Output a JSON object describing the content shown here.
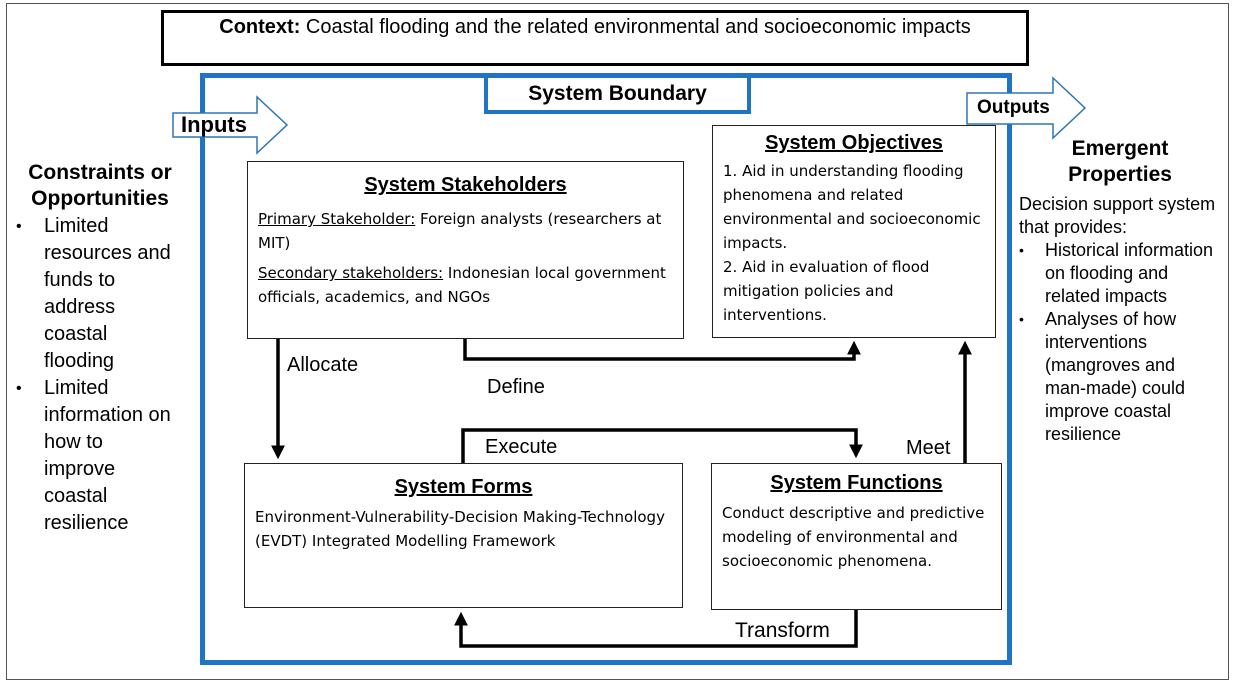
{
  "context": {
    "bold": "Context:",
    "text": " Coastal flooding and the related environmental and socioeconomic impacts"
  },
  "system_boundary": "System Boundary",
  "inputs_label": "Inputs",
  "outputs_label": "Outputs",
  "constraints": {
    "title": "Constraints or Opportunities",
    "items": [
      "Limited resources and funds to address coastal flooding",
      "Limited information on how to improve coastal resilience"
    ]
  },
  "emergent": {
    "title": "Emergent Properties",
    "intro": "Decision support system that provides:",
    "items": [
      "Historical information on flooding and related impacts",
      "Analyses of how interventions (mangroves and man-made) could improve coastal resilience"
    ]
  },
  "stakeholders": {
    "title": "System Stakeholders",
    "primary_label": "Primary Stakeholder:",
    "primary_text": " Foreign analysts (researchers at MIT)",
    "secondary_label": "Secondary stakeholders:",
    "secondary_text": " Indonesian local government officials, academics, and NGOs"
  },
  "objectives": {
    "title": "System Objectives",
    "items": [
      "1. Aid in understanding flooding phenomena and related environmental and socioeconomic impacts.",
      "2. Aid in evaluation of flood mitigation policies and interventions."
    ]
  },
  "forms": {
    "title": "System Forms",
    "text": "Environment-Vulnerability-Decision Making-Technology (EVDT) Integrated Modelling Framework"
  },
  "functions": {
    "title": "System Functions",
    "text": "Conduct descriptive and predictive modeling of environmental and socioeconomic phenomena."
  },
  "edges": {
    "allocate": "Allocate",
    "define": "Define",
    "execute": "Execute",
    "meet": "Meet",
    "transform": "Transform"
  },
  "colors": {
    "boundary": "#1f75c4",
    "arrow_outline": "#2e75b6"
  }
}
